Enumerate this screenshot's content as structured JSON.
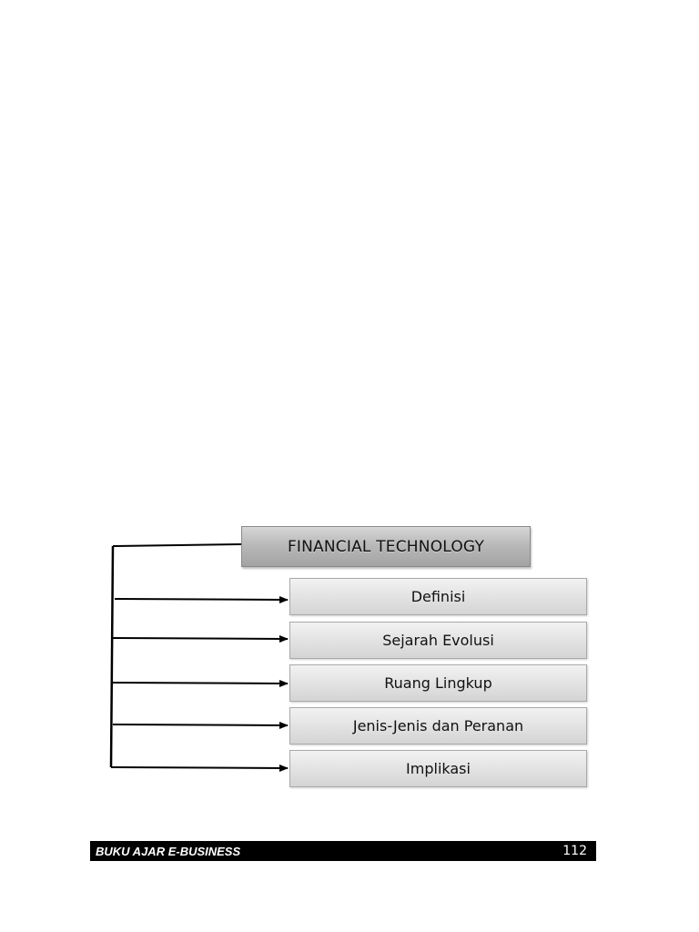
{
  "diagram": {
    "title": "FINANCIAL TECHNOLOGY",
    "items": [
      {
        "label": "Definisi"
      },
      {
        "label": "Sejarah Evolusi"
      },
      {
        "label": "Ruang Lingkup"
      },
      {
        "label": "Jenis-Jenis dan Peranan"
      },
      {
        "label": "Implikasi"
      }
    ]
  },
  "footer": {
    "title": "BUKU AJAR E-BUSINESS",
    "page_number": "112"
  }
}
